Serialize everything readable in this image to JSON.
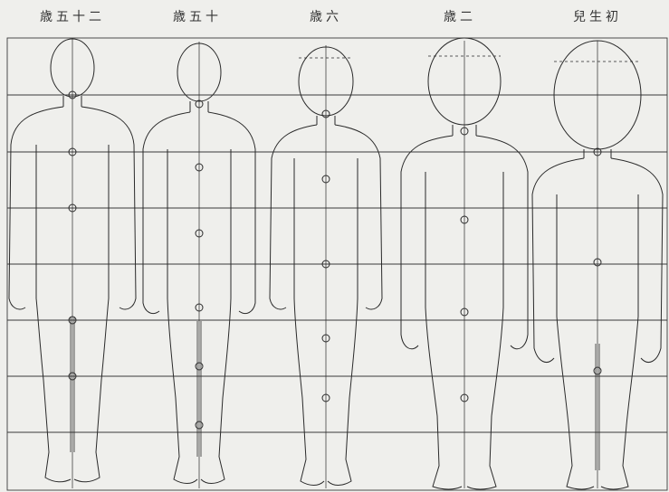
{
  "diagram": {
    "labels": [
      {
        "key": "age-25",
        "text": "歳五十二"
      },
      {
        "key": "age-15",
        "text": "歳五十"
      },
      {
        "key": "age-6",
        "text": "歳六"
      },
      {
        "key": "age-2",
        "text": "歳二"
      },
      {
        "key": "newborn",
        "text": "兒生初"
      }
    ],
    "colors": {
      "paper": "#efefec",
      "ink": "#2a2a2a",
      "grid": "#3a3a3a"
    }
  }
}
